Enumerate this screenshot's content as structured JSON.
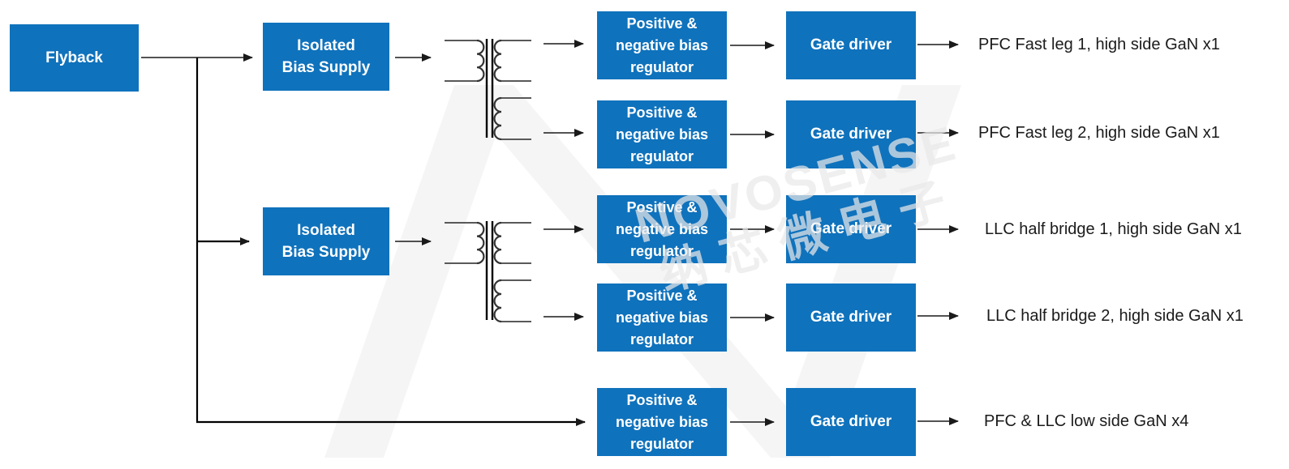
{
  "blocks": {
    "flyback": "Flyback",
    "isolated_bias_supply_1": "Isolated Bias Supply",
    "isolated_bias_supply_2": "Isolated Bias Supply"
  },
  "rows": [
    {
      "regulator": "Positive & negative bias regulator",
      "gate_driver": "Gate driver",
      "output": "PFC Fast leg 1, high side GaN x1"
    },
    {
      "regulator": "Positive & negative bias regulator",
      "gate_driver": "Gate driver",
      "output": "PFC Fast leg 2, high side GaN x1"
    },
    {
      "regulator": "Positive & negative bias regulator",
      "gate_driver": "Gate driver",
      "output": "LLC half bridge 1, high side GaN x1"
    },
    {
      "regulator": "Positive & negative bias regulator",
      "gate_driver": "Gate driver",
      "output": "LLC half bridge 2, high side GaN x1"
    },
    {
      "regulator": "Positive & negative bias regulator",
      "gate_driver": "Gate driver",
      "output": "PFC & LLC low side GaN x4"
    }
  ],
  "watermark": {
    "brand": "NOVOSENSE",
    "brand_cn": "纳芯微电子"
  },
  "icons": {
    "transformer": "transformer-winding-symbol",
    "arrow": "right-arrowhead",
    "logo": "novosense-n-mark"
  },
  "colors": {
    "block_fill": "#0F72BC",
    "block_text": "#FFFFFF",
    "connector": "#1A1A1A",
    "label_text": "#1B1B1B",
    "watermark_text": "#E9E9E9",
    "logo_mark": "#F5F5F5",
    "background": "#FFFFFF"
  }
}
